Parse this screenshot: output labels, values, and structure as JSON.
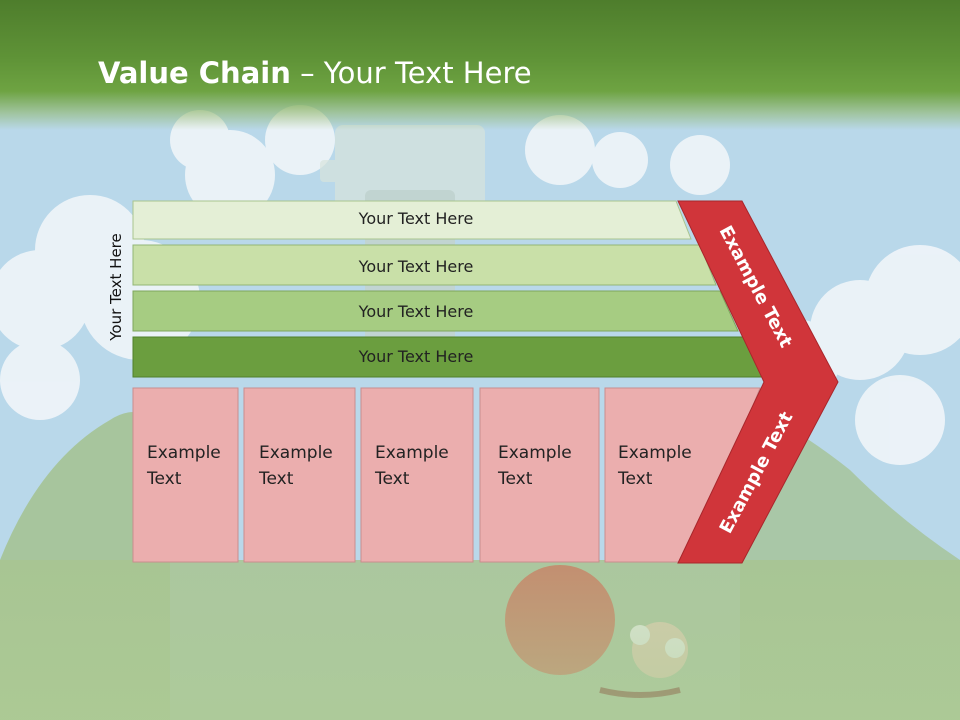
{
  "title": {
    "bold": "Value Chain",
    "rest": " – Your Text Here"
  },
  "side_label": "Your Text Here",
  "bars": [
    {
      "label": "Your Text Here",
      "color": "#e4efd6"
    },
    {
      "label": "Your Text Here",
      "color": "#c9e0a8"
    },
    {
      "label": "Your Text Here",
      "color": "#a6cc82"
    },
    {
      "label": "Your Text Here",
      "color": "#6b9e3f"
    }
  ],
  "boxes": [
    {
      "line1": "Example",
      "line2": "Text"
    },
    {
      "line1": "Example",
      "line2": "Text"
    },
    {
      "line1": "Example",
      "line2": "Text"
    },
    {
      "line1": "Example",
      "line2": "Text"
    },
    {
      "line1": "Example",
      "line2": "Text"
    }
  ],
  "arrow": {
    "upper_label": "Example Text",
    "lower_label": "Example Text",
    "color": "#d0353a"
  },
  "colors": {
    "box_fill": "#ebaeae",
    "box_border": "#c98d8d",
    "title_band": "#5f9337"
  }
}
